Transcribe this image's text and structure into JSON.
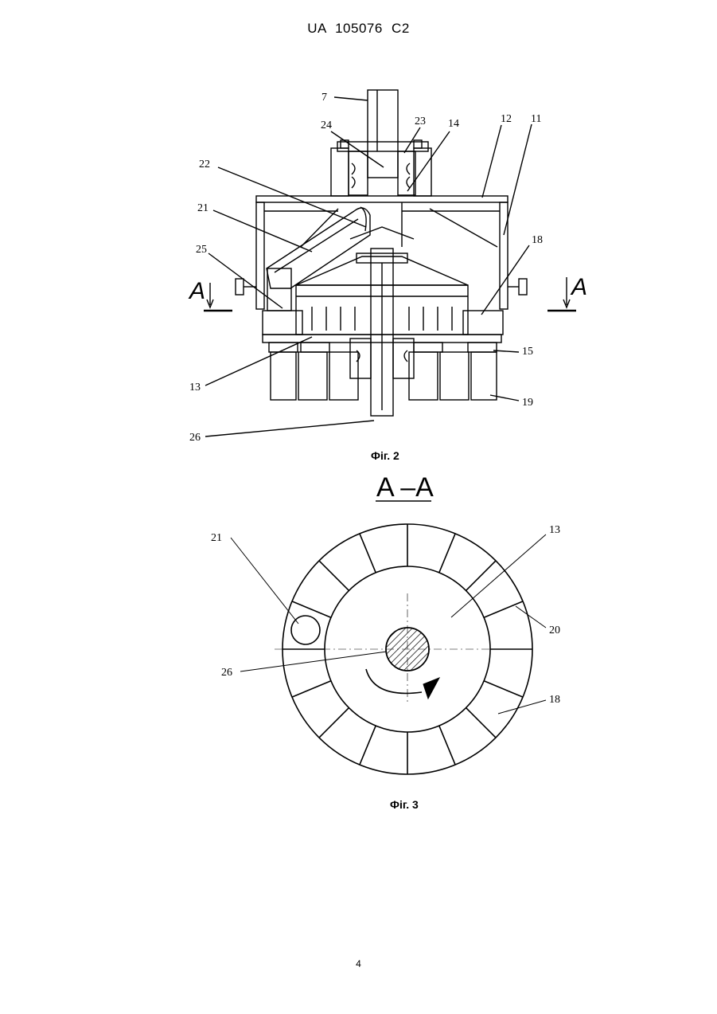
{
  "header": {
    "doc_id": "UA   105076   C2"
  },
  "fig2": {
    "caption": "Фіг. 2",
    "section_marker": "A",
    "labels": {
      "l7": "7",
      "l24": "24",
      "l23": "23",
      "l14": "14",
      "l12": "12",
      "l11": "11",
      "l22": "22",
      "l21": "21",
      "l25": "25",
      "l18": "18",
      "l15": "15",
      "l13": "13",
      "l19": "19",
      "l26": "26"
    }
  },
  "fig3": {
    "title": "A –A",
    "caption": "Фіг. 3",
    "labels": {
      "l21": "21",
      "l13": "13",
      "l20": "20",
      "l26": "26",
      "l18": "18"
    }
  },
  "footer": {
    "page_number": "4"
  }
}
